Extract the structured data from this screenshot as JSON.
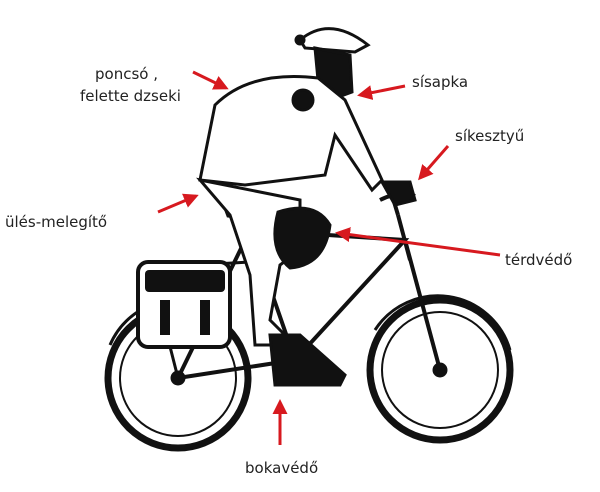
{
  "labels": {
    "poncho_line1": "poncsó ,",
    "poncho_line2": "felette dzseki",
    "ski_cap": "sísapka",
    "ski_gloves": "síkesztyű",
    "seat_warmer": "ülés-melegítő",
    "knee_pad": "térdvédő",
    "ankle_guard": "bokavédő"
  },
  "colors": {
    "arrow": "#d7191f",
    "ink": "#111111"
  }
}
